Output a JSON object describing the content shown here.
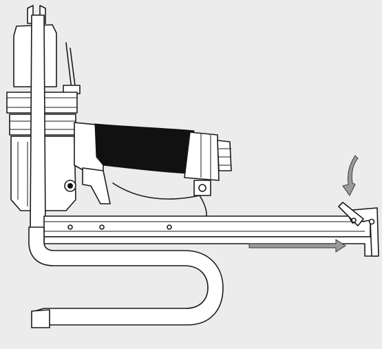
{
  "diagram": {
    "subject": "pneumatic-stapler-magazine-open",
    "colors": {
      "background": "#ececec",
      "outline": "#1a1a1a",
      "grip": "#111111",
      "arrow": "#9a9a9a"
    },
    "annotations": [
      {
        "icon": "curved-arrow-down-icon",
        "meaning": "latch-release"
      },
      {
        "icon": "arrow-right-icon",
        "meaning": "magazine-pull-direction"
      }
    ]
  }
}
